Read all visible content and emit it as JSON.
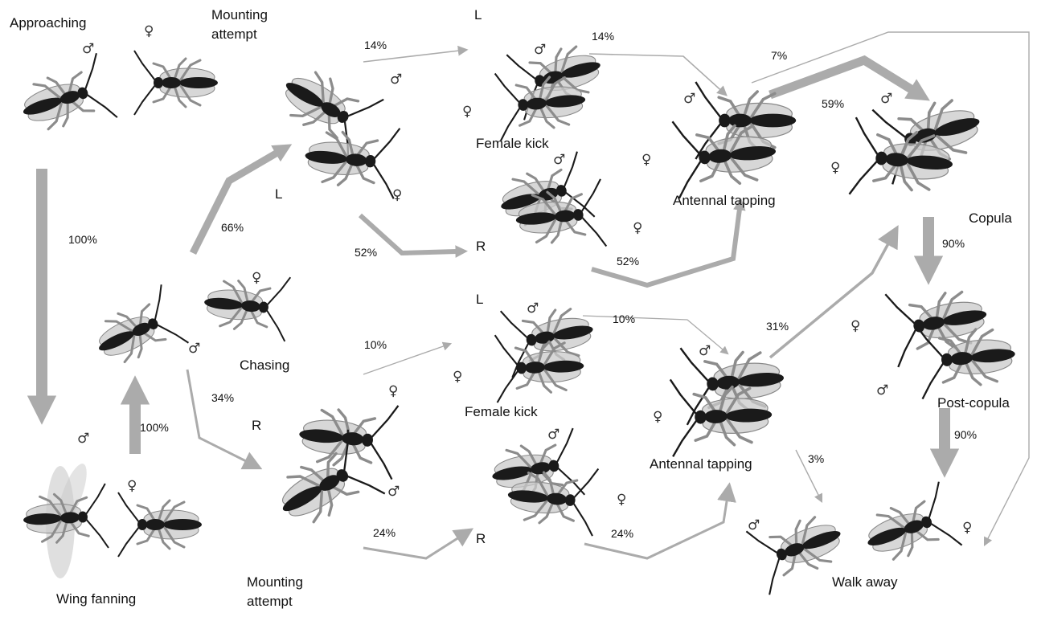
{
  "stages": {
    "approaching": "Approaching",
    "wing_fanning": "Wing fanning",
    "chasing": "Chasing",
    "mounting_top_l1": "Mounting",
    "mounting_top_l2": "attempt",
    "mounting_bottom_l1": "Mounting",
    "mounting_bottom_l2": "attempt",
    "female_kick_top": "Female kick",
    "female_kick_bottom": "Female kick",
    "antennal_tapping_top": "Antennal tapping",
    "antennal_tapping_bottom": "Antennal tapping",
    "copula": "Copula",
    "post_copula": "Post-copula",
    "walk_away": "Walk away"
  },
  "sides": {
    "left": "L",
    "right": "R"
  },
  "sex_symbols": {
    "male": "♂",
    "female": "♀"
  },
  "percentages": {
    "approach_to_fanning": "100%",
    "fanning_to_chasing": "100%",
    "chasing_to_mount_top": "66%",
    "chasing_to_mount_bottom": "34%",
    "top_L_to_kick": "14%",
    "top_kick_to_tapping": "14%",
    "top_R": "52%",
    "top_R_to_tapping": "52%",
    "tapping_top_to_copula_thin": "7%",
    "tapping_top_to_copula": "59%",
    "bottom_L_to_kick": "10%",
    "bottom_kick_to_tapping": "10%",
    "bottom_R": "24%",
    "bottom_R_to_tapping": "24%",
    "tapping_bottom_to_copula": "31%",
    "tapping_bottom_to_walk": "3%",
    "copula_to_post": "90%",
    "post_to_walk": "90%"
  },
  "colors": {
    "arrow": "#ababab",
    "wasp_body": "#1a1a1a",
    "wasp_leg": "#8c8c8c",
    "wing": "#c9c9c9"
  }
}
